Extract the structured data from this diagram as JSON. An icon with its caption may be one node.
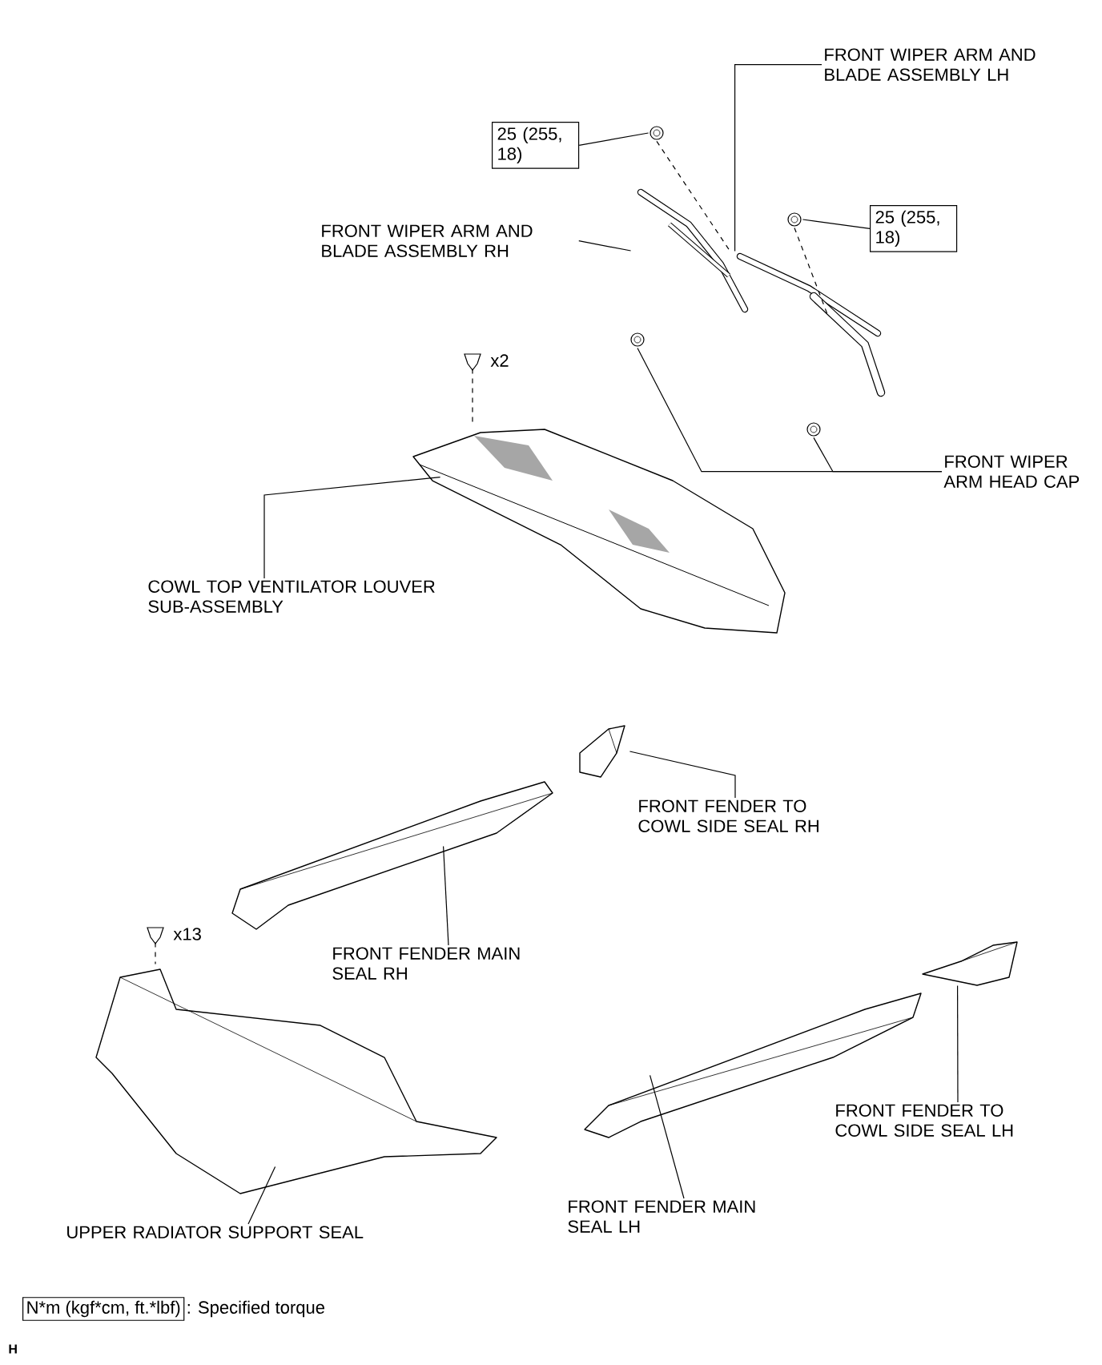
{
  "diagram": {
    "nodes": [
      {
        "text": [
          "FRONT WIPER ARM AND BLADE ASSEMBLY LH"
        ]
      },
      {
        "text": [
          "25 (255, 18)"
        ]
      },
      {
        "text": [],
        "shape": "picture"
      },
      {
        "text": [
          "FRONT WIPER ARM AND BLADE ASSEMBLY RH"
        ]
      },
      {
        "text": [],
        "shape": "picture"
      },
      {
        "text": [],
        "shape": "picture"
      },
      {
        "text": [
          "25 (255, 18)"
        ]
      },
      {
        "text": [],
        "shape": "picture"
      },
      {
        "text": [],
        "shape": "picture"
      },
      {
        "text": [],
        "shape": "picture"
      },
      {
        "text": [
          "FRONT WIPER ARM HEAD CAP"
        ]
      },
      {
        "text": [],
        "shape": "picture",
        "beside": [
          "x2"
        ]
      },
      {
        "text": [],
        "shape": "picture"
      },
      {
        "text": [
          "COWL TOP VENTILATOR LOUVER SUB-ASSEMBLY"
        ]
      },
      {
        "text": [],
        "shape": "picture"
      },
      {
        "text": [
          "FRONT FENDER TO COWL SIDE SEAL RH"
        ]
      },
      {
        "text": [],
        "shape": "picture"
      },
      {
        "text": [
          "FRONT FENDER MAIN SEAL RH"
        ]
      },
      {
        "text": [],
        "shape": "picture",
        "beside": [
          "x13"
        ]
      },
      {
        "text": [],
        "shape": "picture"
      },
      {
        "text": [
          "UPPER RADIATOR SUPPORT SEAL"
        ]
      },
      {
        "text": [],
        "shape": "picture"
      },
      {
        "text": [
          "FRONT FENDER MAIN SEAL LH"
        ]
      },
      {
        "text": [],
        "shape": "picture"
      },
      {
        "text": [
          "FRONT FENDER TO COWL SIDE SEAL LH"
        ]
      }
    ],
    "edges": [
      {
        "from": 0,
        "to": 7,
        "arrow": "none"
      },
      {
        "from": 1,
        "to": 2,
        "arrow": "none"
      },
      {
        "from": 3,
        "to": 4,
        "arrow": "none"
      },
      {
        "from": 6,
        "to": 5,
        "arrow": "none"
      },
      {
        "from": 10,
        "to": 8,
        "arrow": "none"
      },
      {
        "from": 10,
        "to": 9,
        "arrow": "none"
      },
      {
        "from": 13,
        "to": 12,
        "arrow": "none"
      },
      {
        "from": 15,
        "to": 14,
        "arrow": "none"
      },
      {
        "from": 17,
        "to": 16,
        "arrow": "none"
      },
      {
        "from": 20,
        "to": 19,
        "arrow": "none"
      },
      {
        "from": 22,
        "to": 21,
        "arrow": "none"
      },
      {
        "from": 24,
        "to": 23,
        "arrow": "none"
      },
      {
        "from": 2,
        "to": 4,
        "arrow": "none",
        "style": "dashed"
      },
      {
        "from": 5,
        "to": 7,
        "arrow": "none",
        "style": "dashed"
      },
      {
        "from": 11,
        "to": 12,
        "arrow": "none",
        "style": "dashed"
      },
      {
        "from": 18,
        "to": 19,
        "arrow": "none",
        "style": "dashed"
      }
    ],
    "labels": [
      "N*m (kgf*cm, ft.*lbf)",
      ": Specified torque",
      "H"
    ]
  }
}
